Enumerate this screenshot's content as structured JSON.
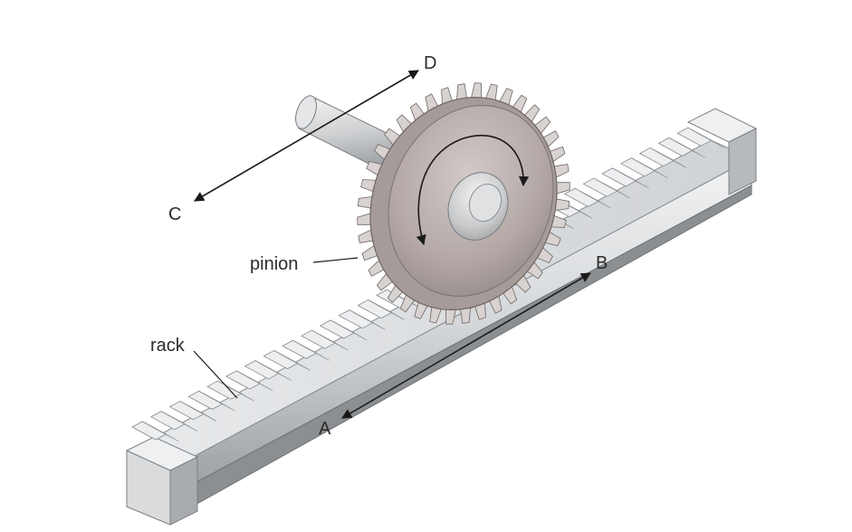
{
  "labels": {
    "a": "A",
    "b": "B",
    "c": "C",
    "d": "D",
    "pinion": "pinion",
    "rack": "rack"
  },
  "colors": {
    "metal_light": "#e6e8ea",
    "metal_mid": "#c3c6c9",
    "metal_dark": "#8d9093",
    "gear_face": "#b4a9a7",
    "outline": "#6f7275",
    "arrow": "#1a1a1a"
  }
}
